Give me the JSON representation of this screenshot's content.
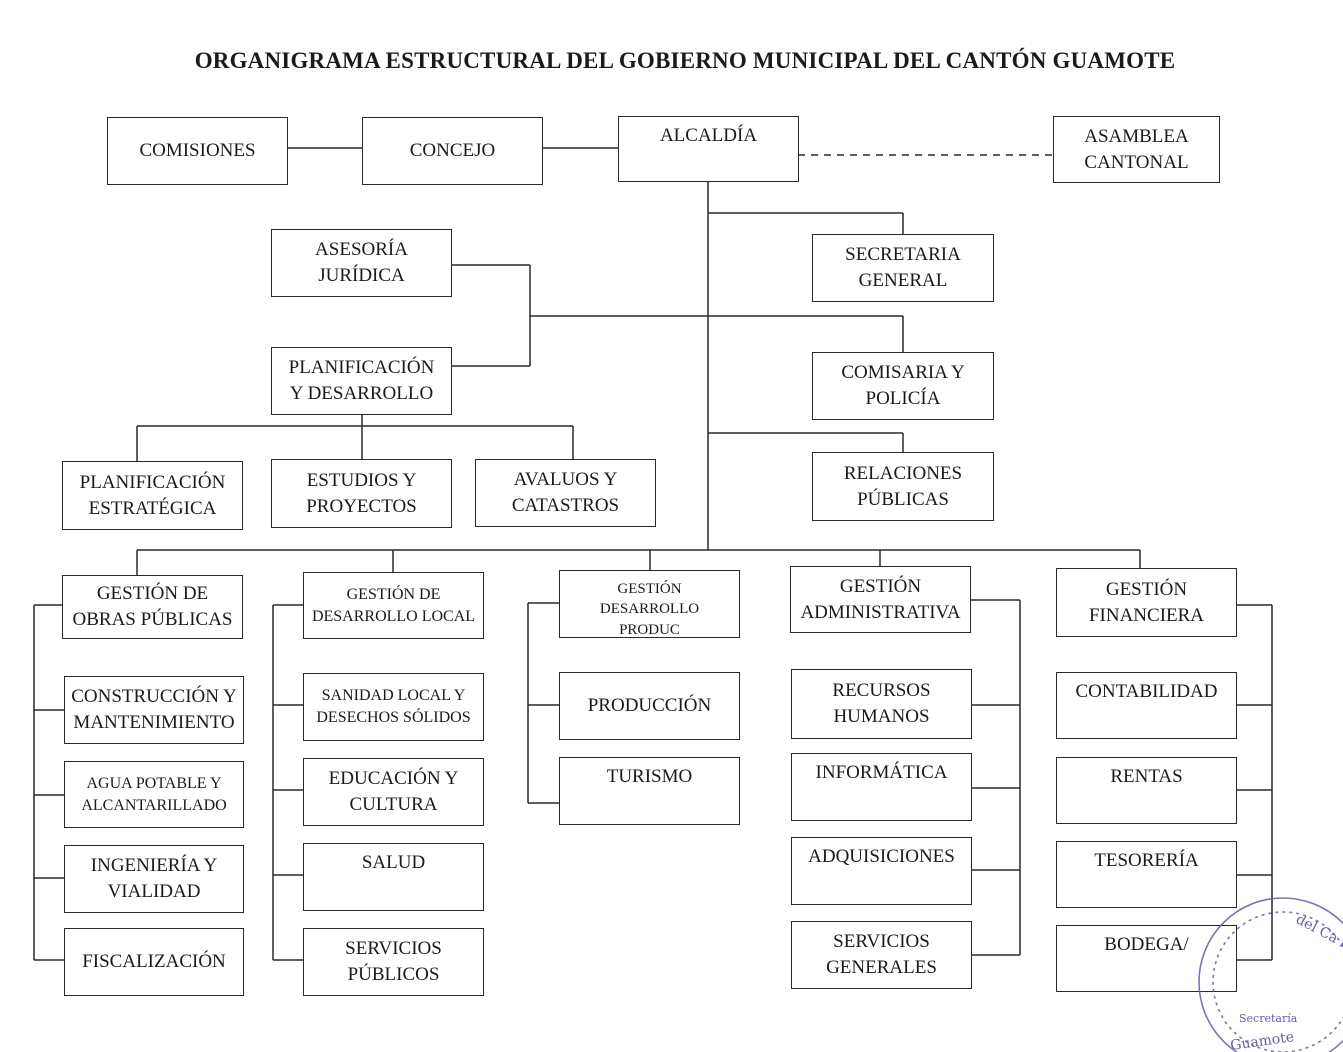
{
  "title": "ORGANIGRAMA ESTRUCTURAL DEL GOBIERNO MUNICIPAL DEL CANTÓN GUAMOTE",
  "units": {
    "comisiones": "COMISIONES",
    "concejo": "CONCEJO",
    "alcaldia": "ALCALDÍA",
    "asamblea": "ASAMBLEA\nCANTONAL",
    "asesoria": "ASESORÍA\nJURÍDICA",
    "secretaria": "SECRETARIA\nGENERAL",
    "planificacion_desarrollo": "PLANIFICACIÓN\nY DESARROLLO",
    "comisaria": "COMISARIA Y\nPOLICÍA",
    "relaciones": "RELACIONES\nPÚBLICAS",
    "planificacion_estrategica": "PLANIFICACIÓN\nESTRATÉGICA",
    "estudios": "ESTUDIOS Y\nPROYECTOS",
    "avaluos": "AVALUOS Y\nCATASTROS",
    "gestion_obras": "GESTIÓN DE\nOBRAS PÚBLICAS",
    "construccion": "CONSTRUCCIÓN Y\nMANTENIMIENTO",
    "agua": "AGUA POTABLE Y\nALCANTARILLADO",
    "ingenieria": "INGENIERÍA Y\nVIALIDAD",
    "fiscalizacion": "FISCALIZACIÓN",
    "gestion_desarrollo_local": "GESTIÓN DE\nDESARROLLO LOCAL",
    "sanidad": "SANIDAD LOCAL Y\nDESECHOS SÓLIDOS",
    "educacion": "EDUCACIÓN Y\nCULTURA",
    "salud": "SALUD",
    "servicios_publicos": "SERVICIOS\nPÚBLICOS",
    "gestion_productivo": "GESTIÓN\nDESARROLLO\nPRODUC",
    "produccion": "PRODUCCIÓN",
    "turismo": "TURISMO",
    "gestion_administrativa": "GESTIÓN\nADMINISTRATIVA",
    "recursos": "RECURSOS\nHUMANOS",
    "informatica": "INFORMÁTICA",
    "adquisiciones": "ADQUISICIONES",
    "servicios_generales": "SERVICIOS\nGENERALES",
    "gestion_financiera": "GESTIÓN\nFINANCIERA",
    "contabilidad": "CONTABILIDAD",
    "rentas": "RENTAS",
    "tesoreria": "TESORERÍA",
    "bodega": "BODEGA/"
  },
  "stamp": {
    "text_top": "del Ca ntón",
    "text_mid": "Secretaría",
    "text_bottom": "Guamote",
    "color": "#6a5aa8"
  }
}
